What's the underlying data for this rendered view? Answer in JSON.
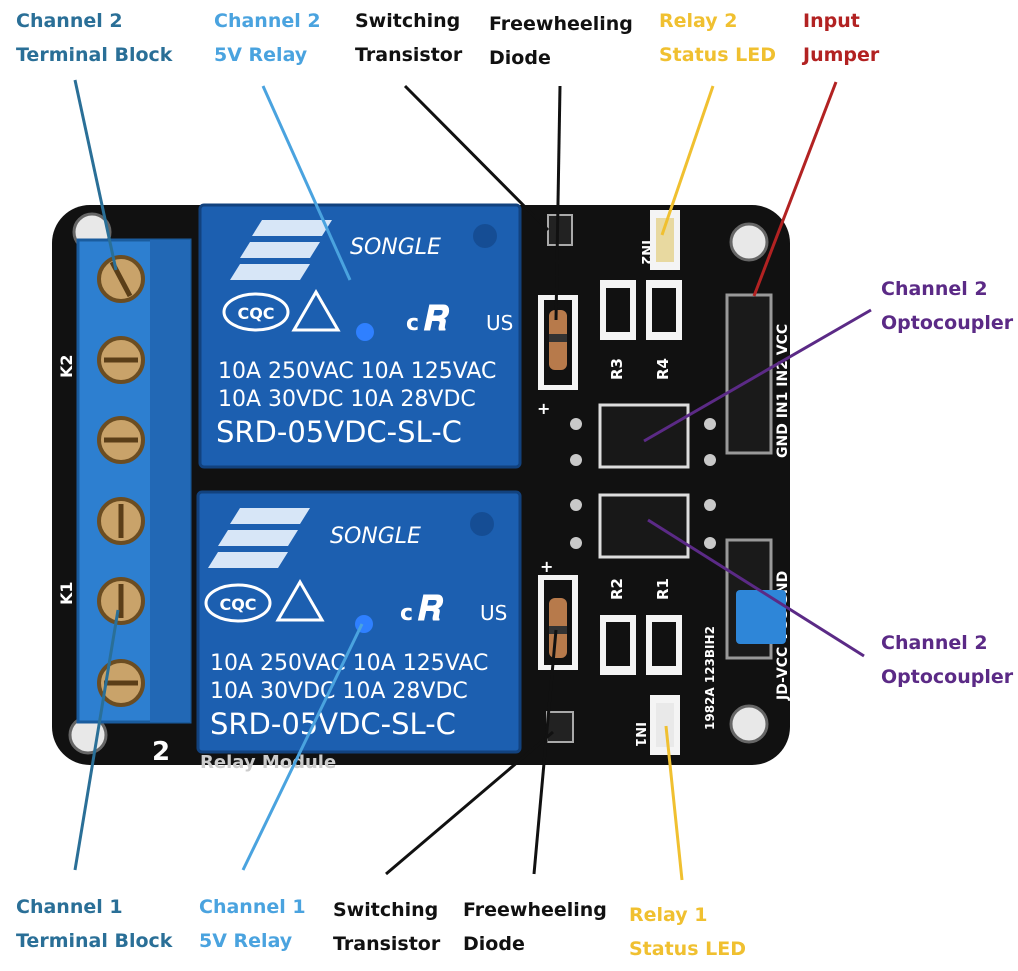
{
  "colors": {
    "terminal": "#2a6f97",
    "relay": "#4aa3df",
    "transistor": "#111111",
    "diode": "#111111",
    "led": "#f0c030",
    "jumper": "#b22222",
    "opto": "#5b2a86",
    "board": "#111111",
    "relay_body": "#1c5fb0",
    "terminal_body": "#2d7fd0"
  },
  "labels": {
    "ch2_terminal": {
      "line1": "Channel 2",
      "line2": "Terminal Block"
    },
    "ch2_relay": {
      "line1": "Channel 2",
      "line2": "5V Relay"
    },
    "transistor_top": {
      "line1": "Switching",
      "line2": "Transistor"
    },
    "diode_top": {
      "line1": "Freewheeling",
      "line2": "Diode"
    },
    "led2": {
      "line1": "Relay 2",
      "line2": "Status LED"
    },
    "jumper": {
      "line1": "Input",
      "line2": "Jumper"
    },
    "opto_top": {
      "line1": "Channel 2",
      "line2": "Optocoupler"
    },
    "opto_bottom": {
      "line1": "Channel 2",
      "line2": "Optocoupler"
    },
    "ch1_terminal": {
      "line1": "Channel 1",
      "line2": "Terminal Block"
    },
    "ch1_relay": {
      "line1": "Channel 1",
      "line2": "5V Relay"
    },
    "transistor_bottom": {
      "line1": "Switching",
      "line2": "Transistor"
    },
    "diode_bottom": {
      "line1": "Freewheeling",
      "line2": "Diode"
    },
    "led1": {
      "line1": "Relay 1",
      "line2": "Status LED"
    }
  },
  "relay": {
    "brand": "SONGLE",
    "cert": "CQC",
    "ul": "US",
    "rating_row1": "10A 250VAC  10A 125VAC",
    "rating_row2": "10A  30VDC  10A  28VDC",
    "model": "SRD-05VDC-SL-C"
  },
  "silkscreen": {
    "k2": "K2",
    "k1": "K1",
    "r3": "R3",
    "r4": "R4",
    "r2": "R2",
    "r1": "R1",
    "in2": "IN2",
    "in1": "IN1",
    "header_top": "GND IN1 IN2 VCC",
    "header_bottom": "JD-VCC VCC GND",
    "part": "1982A 123BIH2",
    "module": "Relay Module",
    "num": "2",
    "plus": "+"
  }
}
